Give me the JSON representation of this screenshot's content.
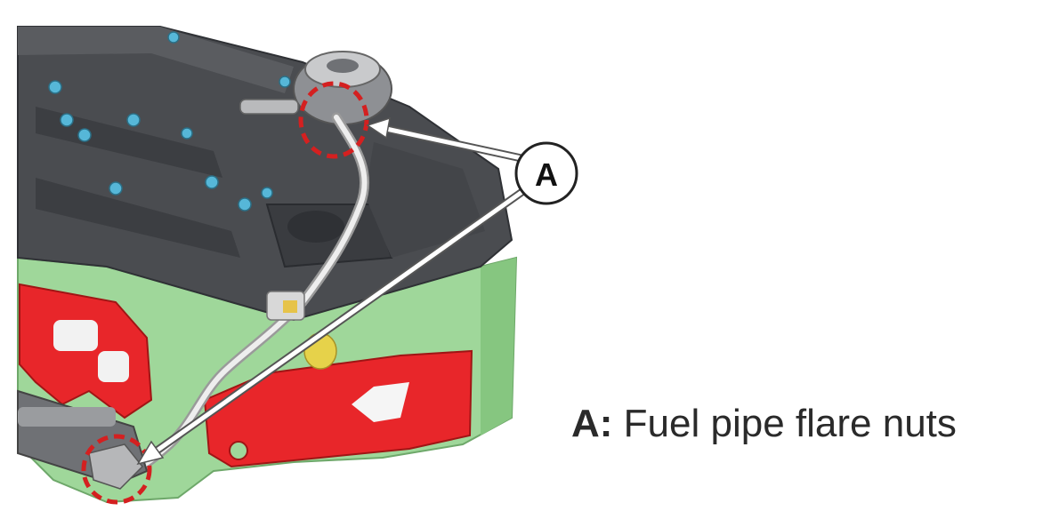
{
  "figure": {
    "subject": "engine-cylinder-head-with-fuel-pipe",
    "callout": {
      "letter": "A",
      "target_count": 2
    },
    "legend": {
      "key": "A:",
      "text": "Fuel pipe flare nuts"
    },
    "colors": {
      "head_cover": "#4a4c50",
      "head_cover_dark": "#2f3135",
      "cylinder_head": "#9fd79a",
      "gasket": "#e8262a",
      "bolt_cap": "#56b7d8",
      "fuel_pipe": "#d9d9d9",
      "callout_ring": "#d42020",
      "pointer": "#ffffff"
    }
  }
}
